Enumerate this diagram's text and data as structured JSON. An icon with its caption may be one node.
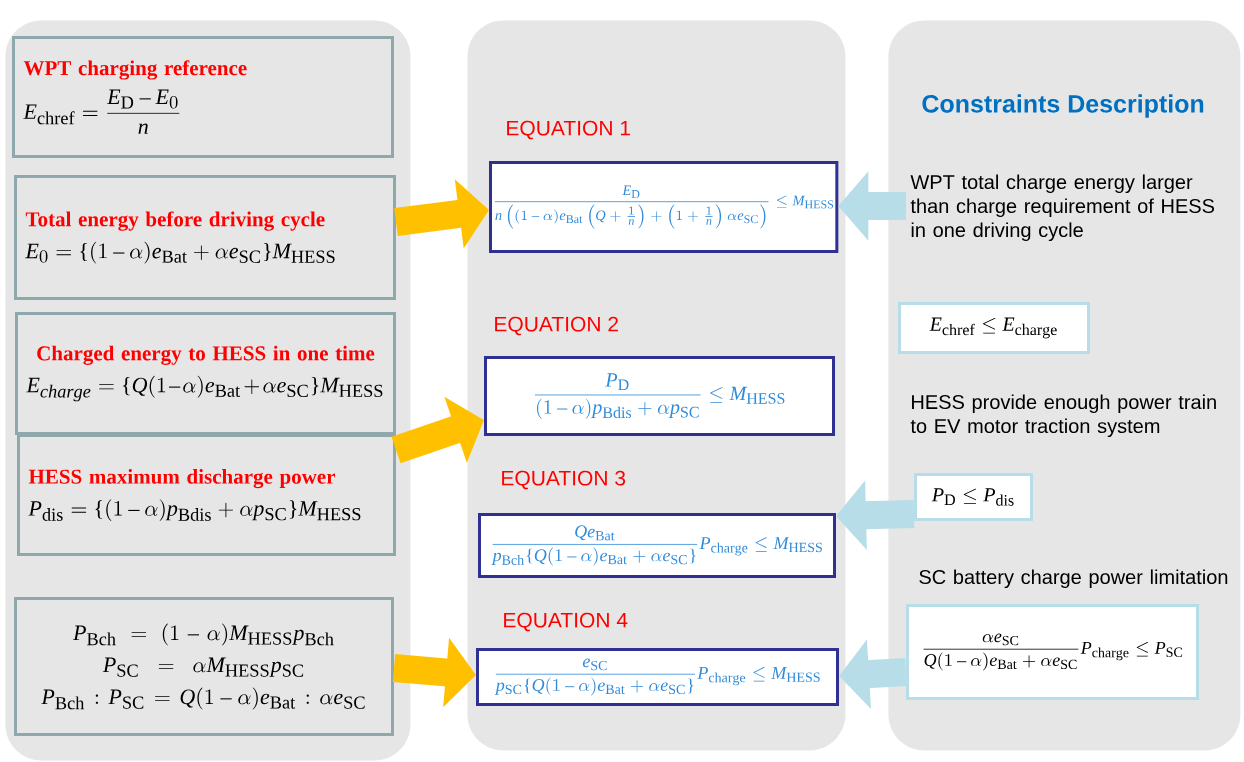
{
  "diagram": {
    "nodes": [
      {
        "text": [],
        "shape": "box"
      },
      {
        "text": [
          "WPT charging reference",
          "E_{\\mathrm{chref}}=\\frac{E_{\\mathrm{D}}-E_{0}}{n}"
        ],
        "in": 0
      },
      {
        "text": [
          "Total energy before driving cycle",
          "E_{0}=\\{(1-\\alpha)e_{\\mathrm{Bat}}+\\alpha e_{\\mathrm{SC}}\\}M_{\\mathrm{HESS}}"
        ],
        "in": 0
      },
      {
        "text": [
          "Charged energy to HESS in one time",
          "E_{charge}=\\{Q(1-\\alpha)e_{\\mathrm{Bat}}+\\alpha e_{\\mathrm{SC}}\\}M_{\\mathrm{HESS}}"
        ],
        "in": 0
      },
      {
        "text": [
          "HESS maximum discharge power",
          "P_{\\mathrm{dis}}=\\{(1-\\alpha)p_{\\mathrm{Bdis}}+\\alpha p_{\\mathrm{SC}}\\}M_{\\mathrm{HESS}}"
        ],
        "in": 0
      },
      {
        "text": [
          "P_{\\mathrm{Bch}}=(1-\\alpha)M_{\\mathrm{HESS}}p_{\\mathrm{Bch}}",
          "P_{\\mathrm{SC}}=\\alpha M_{\\mathrm{HESS}}p_{\\mathrm{SC}}",
          "P_{\\mathrm{Bch}}:P_{\\mathrm{SC}}=Q(1-\\alpha)e_{\\mathrm{Bat}}:\\alpha e_{\\mathrm{SC}}"
        ],
        "in": 0
      },
      {
        "text": [],
        "shape": "box"
      },
      {
        "text": [
          "EQUATION 1",
          "\\frac{E_{\\mathrm{D}}}{n\\left((1-\\alpha)e_{\\mathrm{Bat}}\\left(Q+\\frac{1}{n}\\right)+\\left(1+\\frac{1}{n}\\right)\\alpha e_{\\mathrm{SC}}\\right)}\\le M_{\\mathrm{HESS}}"
        ],
        "in": 6
      },
      {
        "text": [
          "EQUATION 2",
          "\\frac{P_{\\mathrm{D}}}{(1-\\alpha)p_{\\mathrm{Bdis}}+\\alpha p_{\\mathrm{SC}}}\\le M_{\\mathrm{HESS}}"
        ],
        "in": 6
      },
      {
        "text": [
          "EQUATION 3",
          "\\frac{Qe_{\\mathrm{Bat}}}{p_{\\mathrm{Bch}}\\{Q(1-\\alpha)e_{\\mathrm{Bat}}+\\alpha e_{\\mathrm{SC}}\\}}P_{\\mathrm{charge}}\\le M_{\\mathrm{HESS}}"
        ],
        "in": 6
      },
      {
        "text": [
          "EQUATION 4",
          "\\frac{e_{\\mathrm{SC}}}{p_{\\mathrm{SC}}\\{Q(1-\\alpha)e_{\\mathrm{Bat}}+\\alpha e_{\\mathrm{SC}}\\}}P_{\\mathrm{charge}}\\le M_{\\mathrm{HESS}}"
        ],
        "in": 6
      },
      {
        "text": [
          "Constraints Description"
        ]
      },
      {
        "text": [
          "WPT total charge energy larger than charge requirement of HESS in one driving cycle"
        ],
        "in": 11
      },
      {
        "text": [
          "E_{\\mathrm{chref}}\\le E_{\\mathrm{charge}}"
        ],
        "in": 11
      },
      {
        "text": [
          "P_{\\mathrm{D}}\\le P_{\\mathrm{dis}}"
        ],
        "in": 11
      },
      {
        "text": [
          "\\frac{\\alpha e_{\\mathrm{SC}}}{Q(1-\\alpha)e_{\\mathrm{Bat}}+\\alpha e_{\\mathrm{SC}}}P_{\\mathrm{charge}}\\le P_{\\mathrm{SC}}"
        ],
        "in": 11
      }
    ],
    "edges": [
      {
        "from": 2,
        "to": 7,
        "arrow": "to",
        "color": "#ffc000"
      },
      {
        "from": 4,
        "to": 8,
        "arrow": "to",
        "color": "#ffc000"
      },
      {
        "from": 5,
        "to": 10,
        "arrow": "to",
        "color": "#ffc000"
      },
      {
        "from": 12,
        "to": 7,
        "arrow": "to",
        "color": "#b7dde8"
      },
      {
        "from": 14,
        "to": 9,
        "arrow": "to",
        "color": "#b7dde8"
      },
      {
        "from": 15,
        "to": 10,
        "arrow": "to",
        "color": "#b7dde8"
      }
    ],
    "labels": [
      "HESS provide enough power train to EV motor traction system",
      "SC battery charge power limitation"
    ]
  }
}
